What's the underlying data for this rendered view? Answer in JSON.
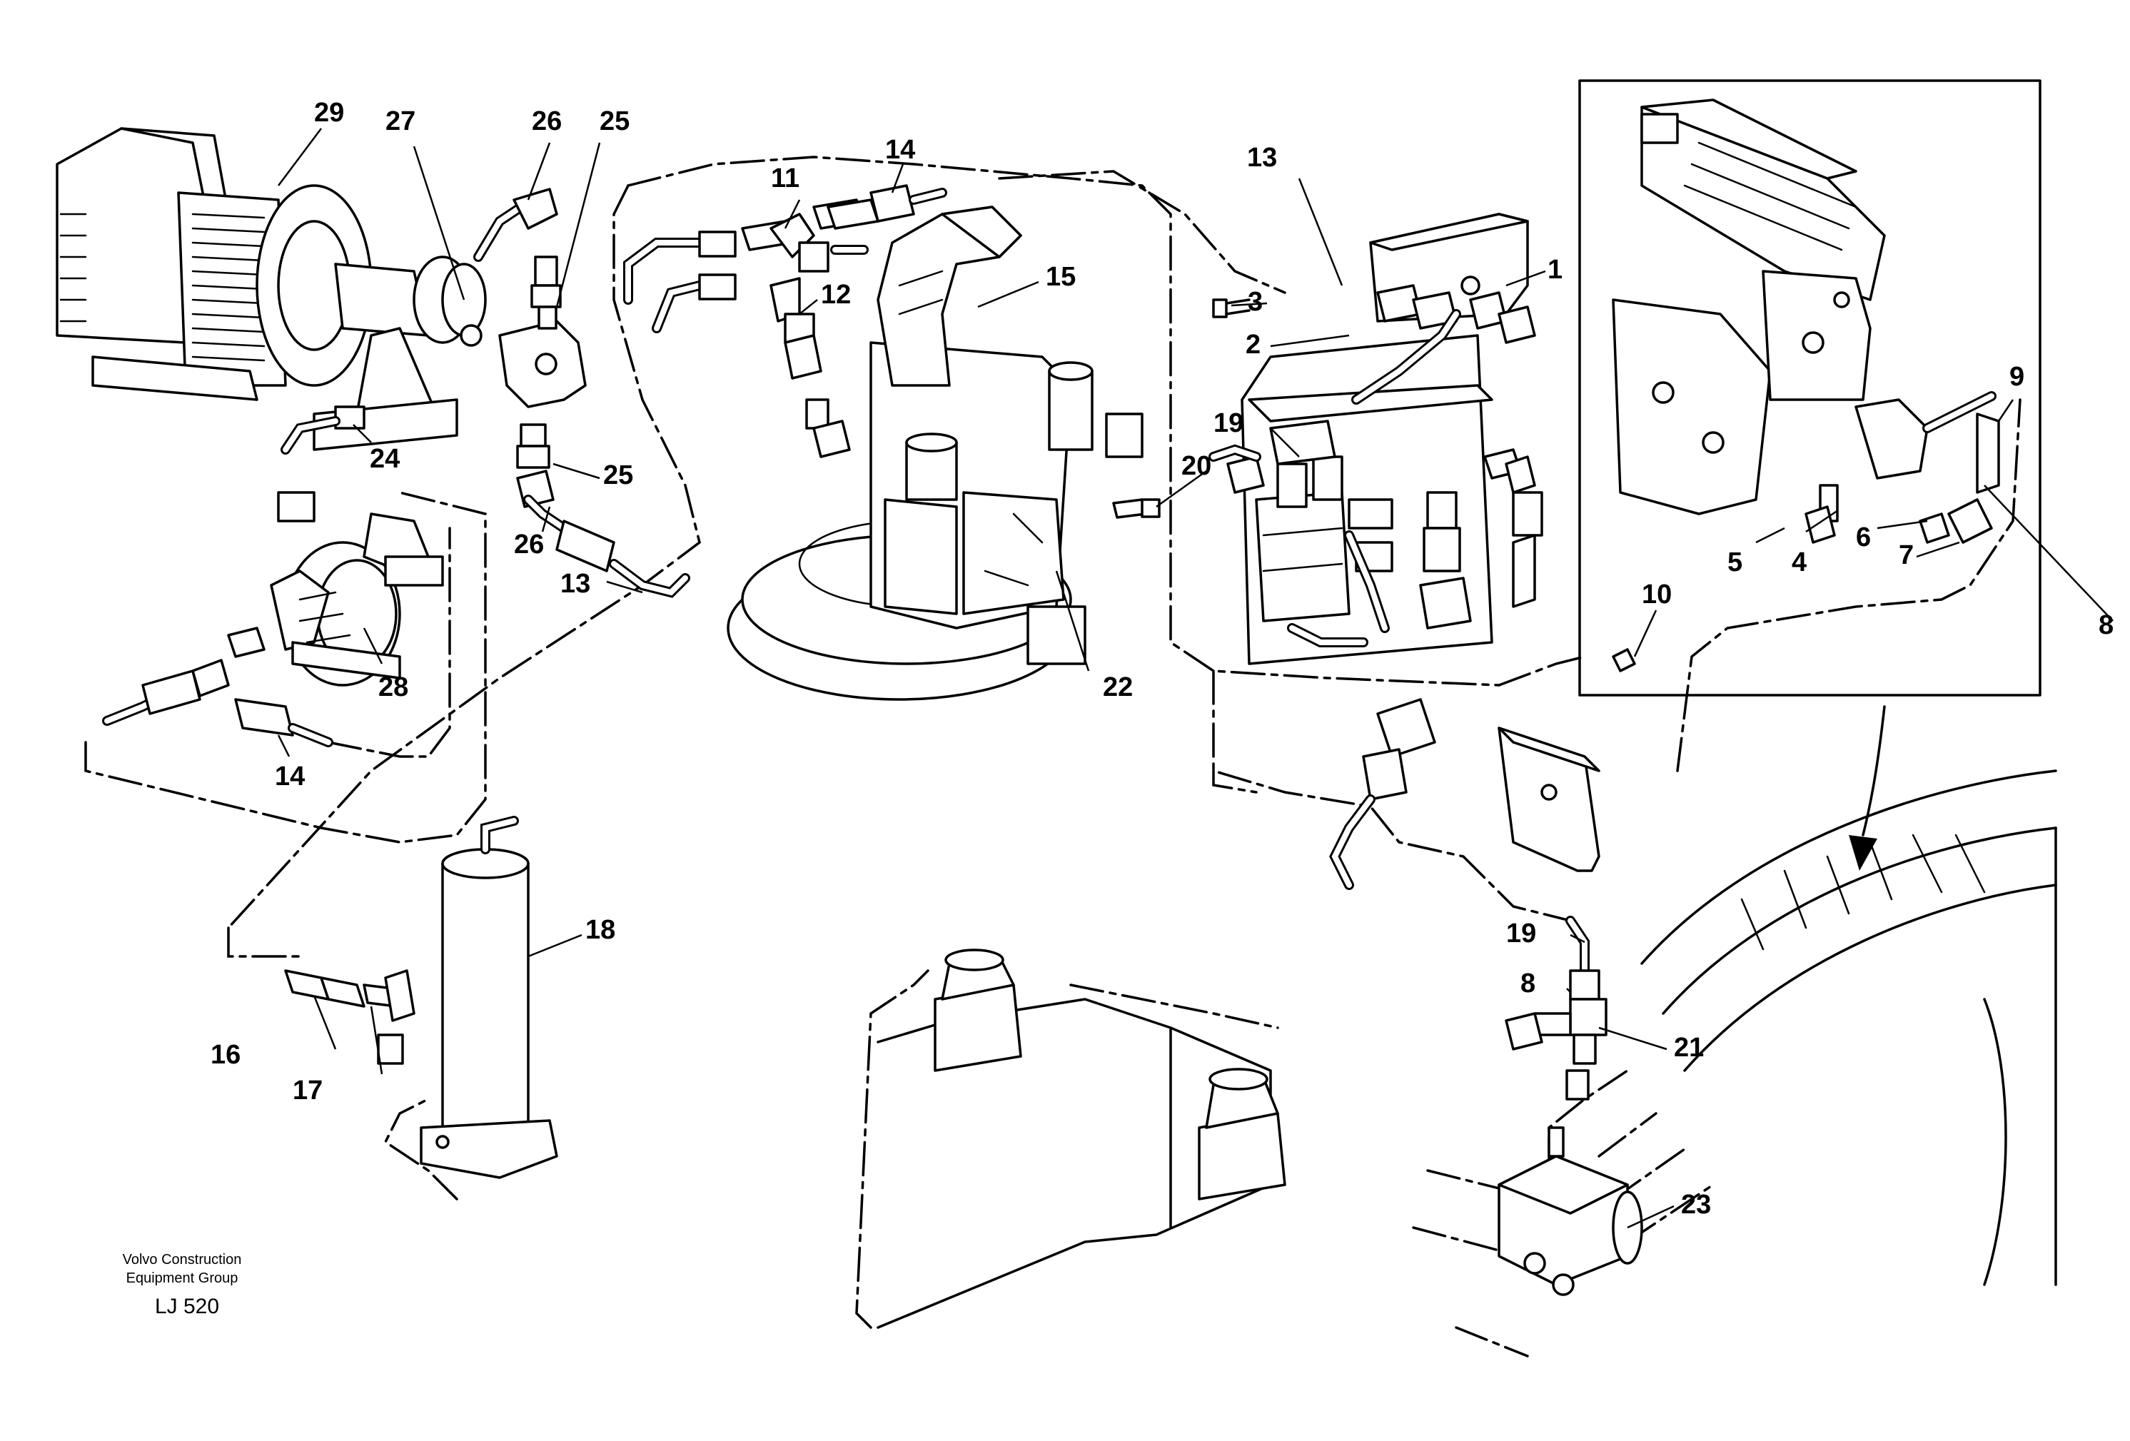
{
  "callouts": {
    "c1": "1",
    "c2": "2",
    "c3": "3",
    "c4": "4",
    "c5": "5",
    "c6": "6",
    "c7": "7",
    "c8a": "8",
    "c8b": "8",
    "c9": "9",
    "c10": "10",
    "c11": "11",
    "c12": "12",
    "c13a": "13",
    "c13b": "13",
    "c14a": "14",
    "c14b": "14",
    "c15": "15",
    "c16": "16",
    "c17": "17",
    "c18": "18",
    "c19a": "19",
    "c19b": "19",
    "c20": "20",
    "c21": "21",
    "c22": "22",
    "c23": "23",
    "c24": "24",
    "c25a": "25",
    "c25b": "25",
    "c26a": "26",
    "c26b": "26",
    "c27": "27",
    "c28": "28",
    "c29": "29"
  },
  "credit": {
    "line1": "Volvo Construction",
    "line2": "Equipment Group",
    "code": "LJ 520"
  }
}
